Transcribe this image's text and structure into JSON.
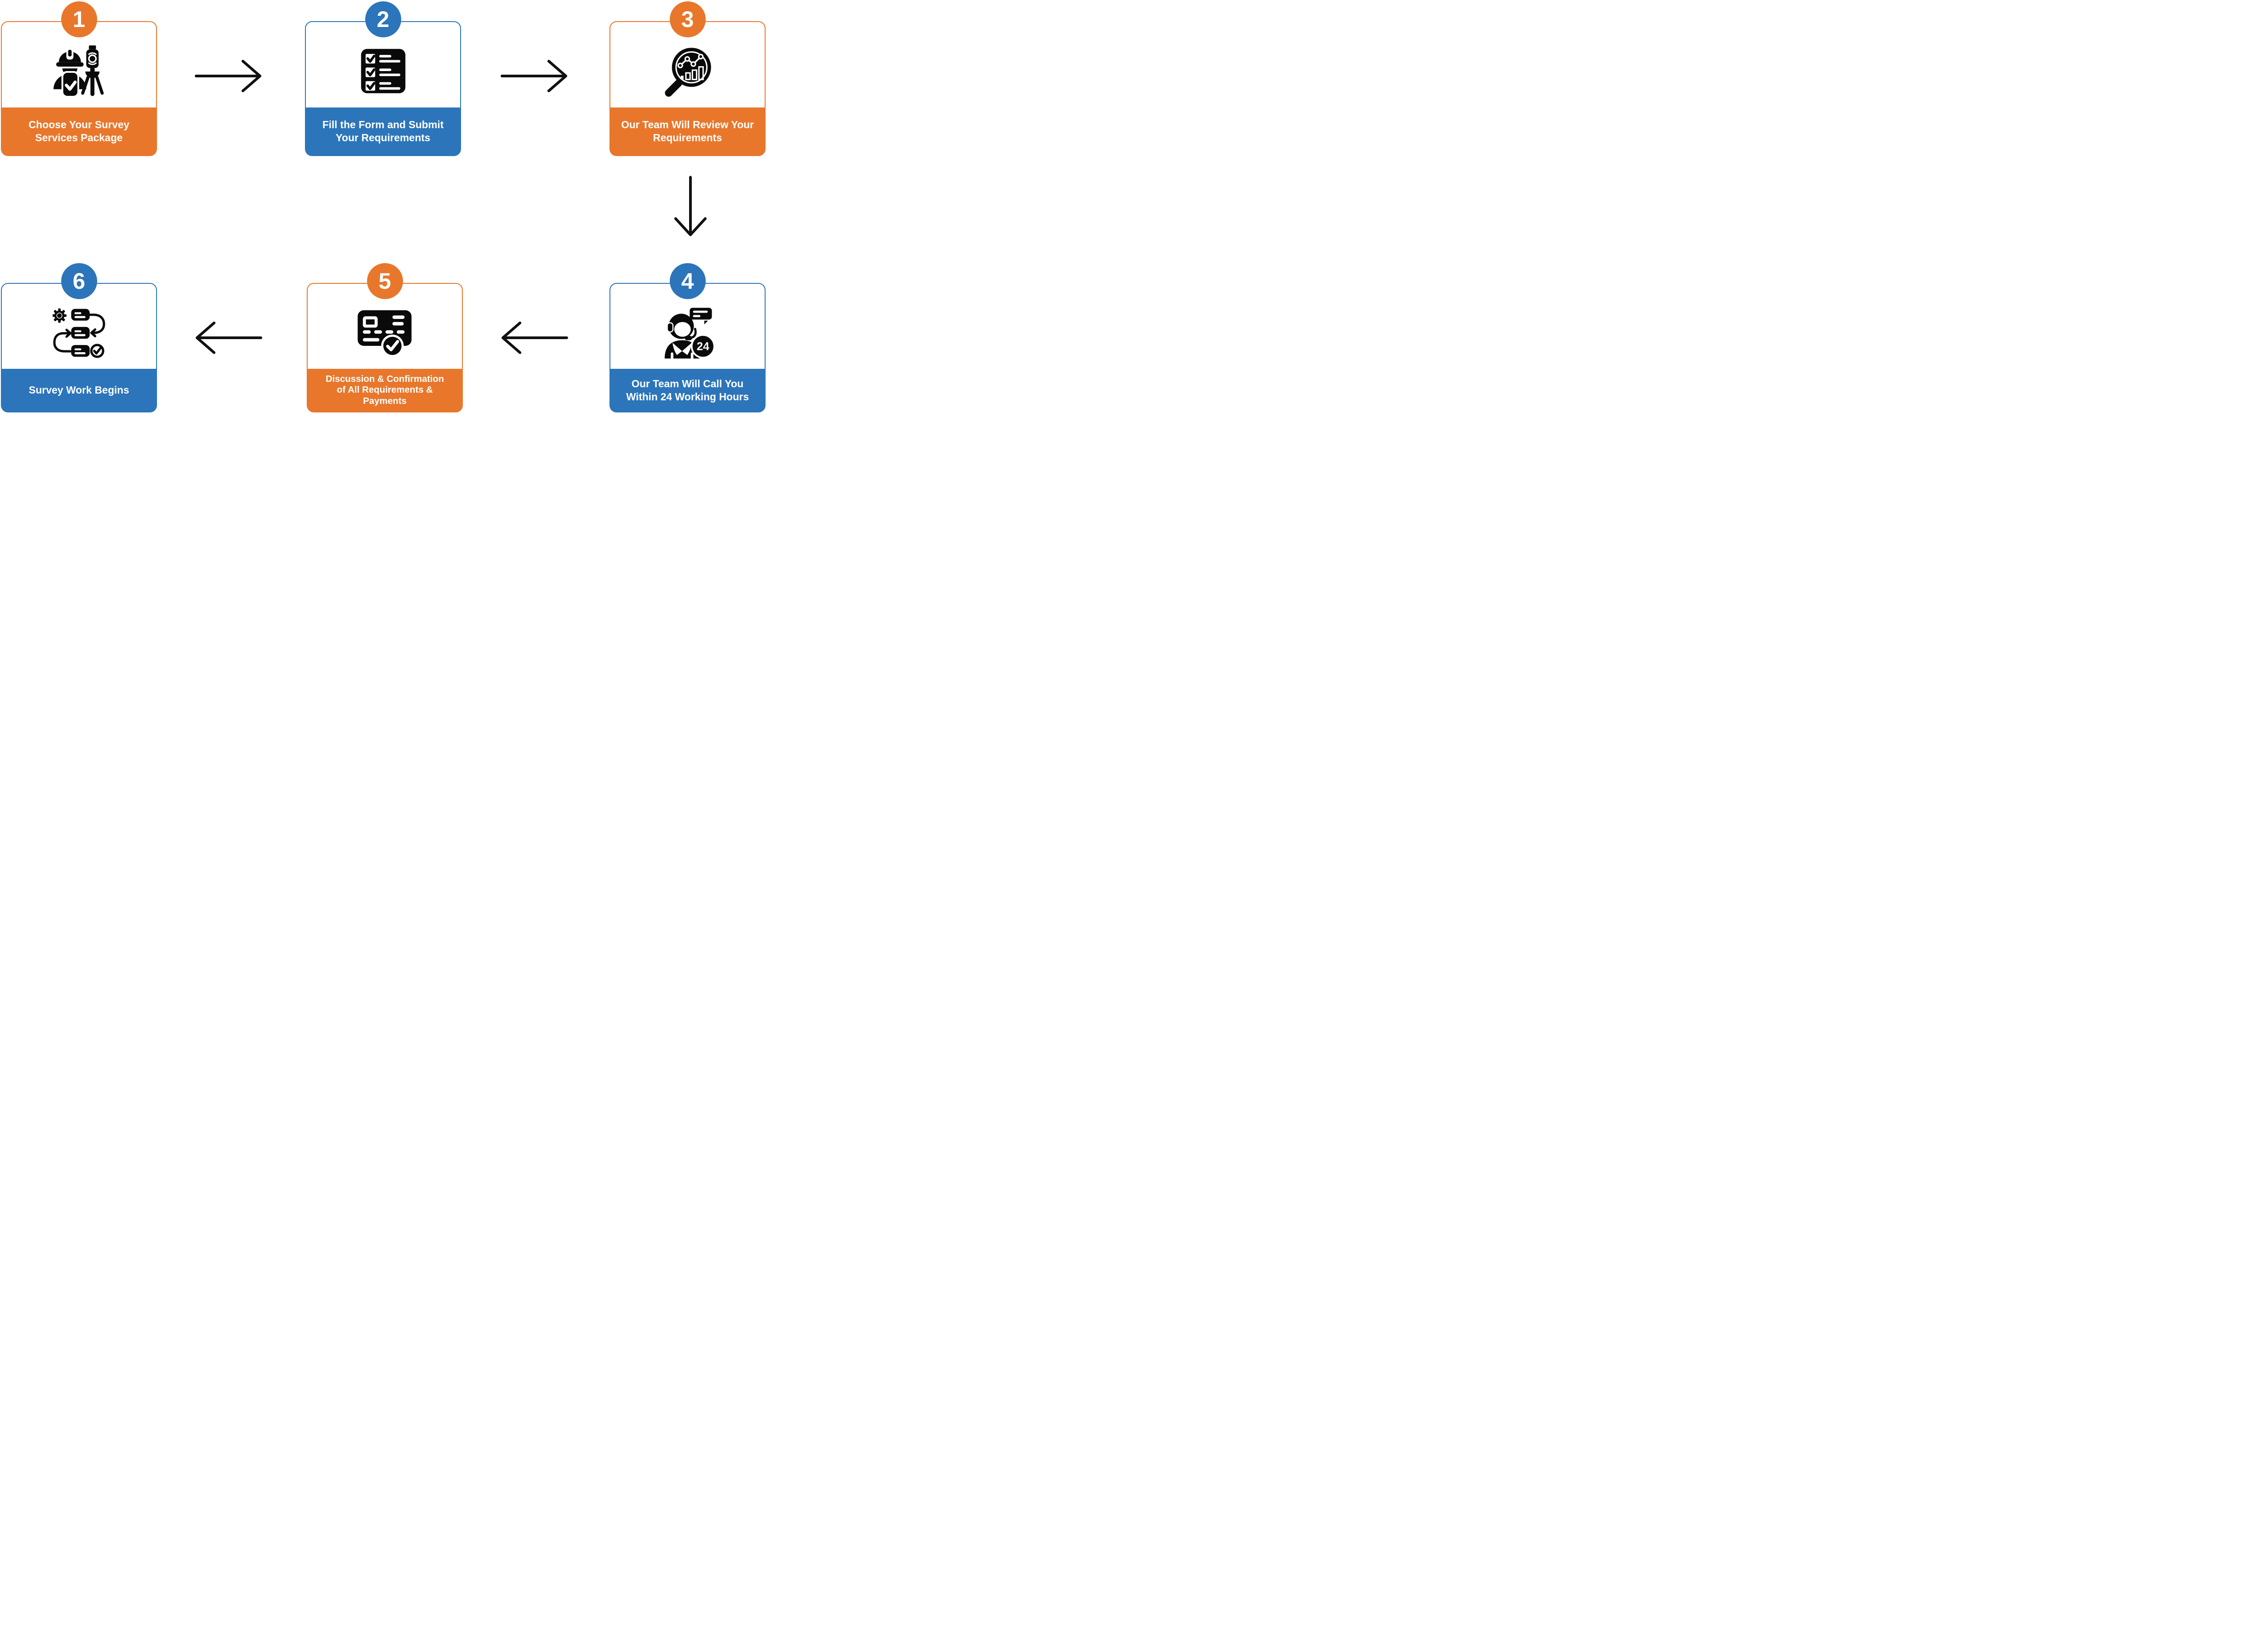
{
  "process": {
    "steps": [
      {
        "number": "1",
        "label": "Choose Your Survey\nServices Package",
        "accent": "orange",
        "icon": "surveyor-theodolite-icon"
      },
      {
        "number": "2",
        "label": "Fill the Form and Submit\nYour Requirements",
        "accent": "blue",
        "icon": "checklist-icon"
      },
      {
        "number": "3",
        "label": "Our Team Will Review Your\nRequirements",
        "accent": "orange",
        "icon": "magnifier-analytics-icon"
      },
      {
        "number": "4",
        "label": "Our Team Will Call You\nWithin 24 Working Hours",
        "accent": "blue",
        "icon": "support-agent-24-icon",
        "icon_text": "24"
      },
      {
        "number": "5",
        "label": "Discussion & Confirmation\nof All Requirements &\nPayments",
        "accent": "orange",
        "icon": "payment-confirmed-icon"
      },
      {
        "number": "6",
        "label": "Survey Work Begins",
        "accent": "blue",
        "icon": "workflow-icon"
      }
    ],
    "connections": [
      {
        "from": "1",
        "to": "2",
        "direction": "right"
      },
      {
        "from": "2",
        "to": "3",
        "direction": "right"
      },
      {
        "from": "3",
        "to": "4",
        "direction": "down"
      },
      {
        "from": "4",
        "to": "5",
        "direction": "left"
      },
      {
        "from": "5",
        "to": "6",
        "direction": "left"
      }
    ],
    "colors": {
      "orange": "#E8772C",
      "blue": "#2C75BA",
      "icon_black": "#0A0A0A",
      "arrow": "#111111",
      "card_bg": "#FFFFFF",
      "label_text": "#FFFFFF",
      "page_bg": "#FFFFFF"
    }
  }
}
